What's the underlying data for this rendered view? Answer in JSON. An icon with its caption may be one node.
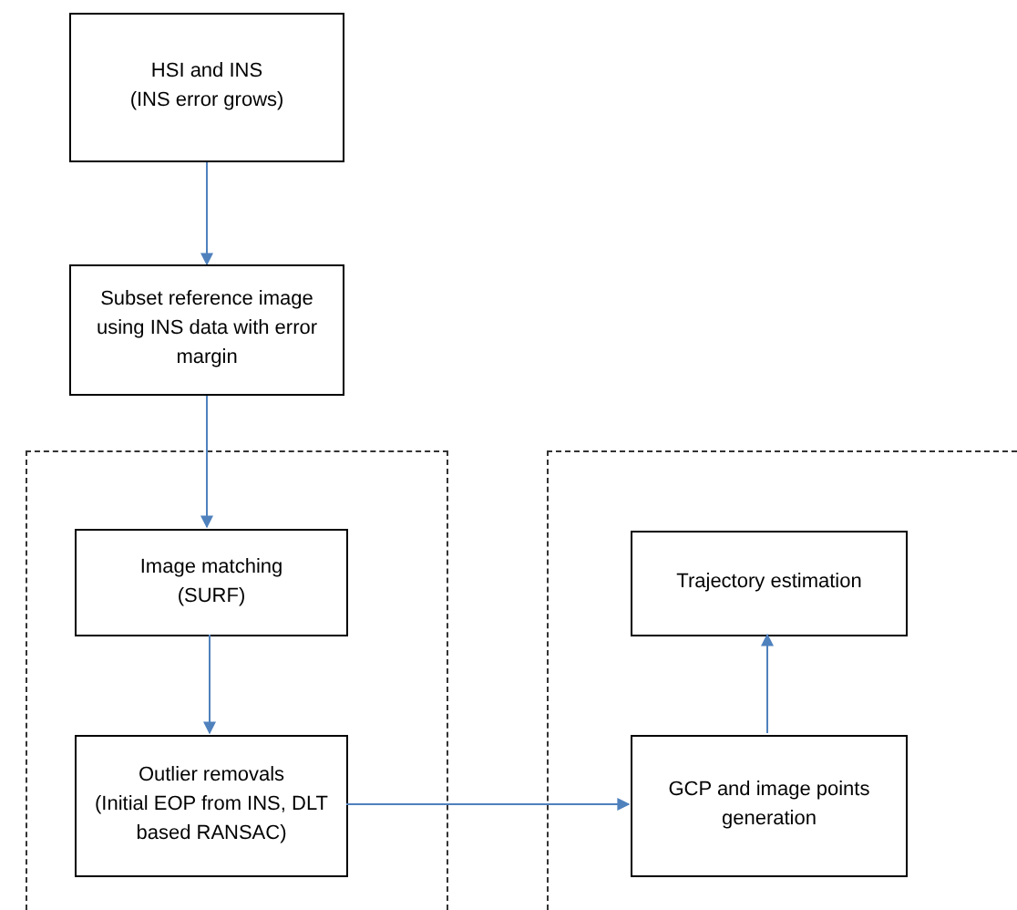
{
  "diagram": {
    "nodes": [
      {
        "text": [
          "HSI and INS",
          "(INS error grows)"
        ]
      },
      {
        "text": [
          "Subset reference image using INS data with error margin"
        ]
      },
      {
        "text": [],
        "shape": "box"
      },
      {
        "text": [
          "Image matching",
          "(SURF)"
        ],
        "in": 2
      },
      {
        "text": [
          "Outlier removals",
          "(Initial EOP from INS, DLT based RANSAC)"
        ],
        "in": 2
      },
      {
        "text": [],
        "shape": "box"
      },
      {
        "text": [
          "Trajectory estimation"
        ],
        "in": 5
      },
      {
        "text": [
          "GCP and image points generation"
        ],
        "in": 5
      }
    ],
    "edges": [
      {
        "from": 0,
        "to": 1,
        "arrow": "to"
      },
      {
        "from": 1,
        "to": 3,
        "arrow": "to"
      },
      {
        "from": 3,
        "to": 4,
        "arrow": "to"
      },
      {
        "from": 4,
        "to": 7,
        "arrow": "to"
      },
      {
        "from": 7,
        "to": 6,
        "arrow": "to"
      }
    ]
  }
}
